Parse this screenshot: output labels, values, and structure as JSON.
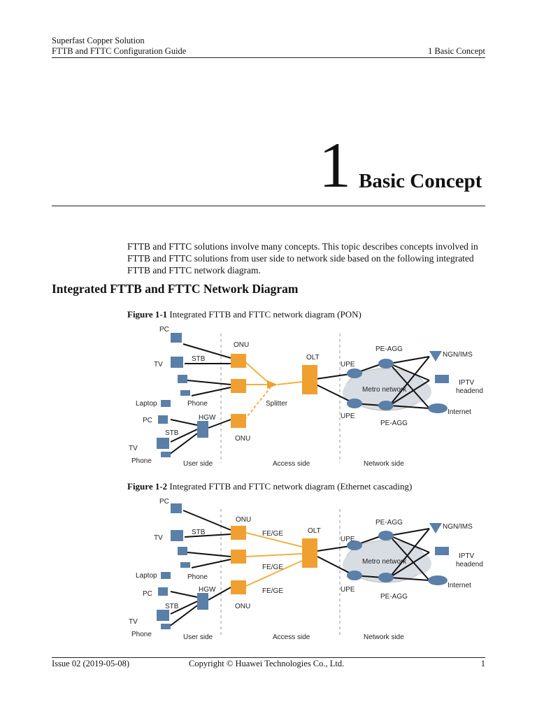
{
  "header": {
    "product": "Superfast Copper Solution",
    "guide": "FTTB and FTTC Configuration Guide",
    "section": "1 Basic Concept"
  },
  "chapter": {
    "number": "1",
    "title": "Basic Concept"
  },
  "intro": "FTTB and FTTC solutions involve many concepts. This topic describes concepts involved in FTTB and FTTC solutions from user side to network side based on the following integrated FTTB and FTTC network diagram.",
  "section_heading": "Integrated FTTB and FTTC Network Diagram",
  "figures": [
    {
      "label": "Figure 1-1",
      "caption": "Integrated FTTB and FTTC network diagram (PON)"
    },
    {
      "label": "Figure 1-2",
      "caption": "Integrated FTTB and FTTC network diagram (Ethernet cascading)"
    }
  ],
  "diagram1": {
    "pc": "PC",
    "tv": "TV",
    "stb": "STB",
    "onu_top": "ONU",
    "olt": "OLT",
    "pe_agg_top": "PE-AGG",
    "ngn": "NGN/IMS",
    "upe_top": "UPE",
    "metro": "Metro network",
    "iptv1": "IPTV",
    "iptv2": "headend",
    "phone": "Phone",
    "splitter": "Splitter",
    "laptop": "Laptop",
    "pc2": "PC",
    "hgw": "HGW",
    "upe_bottom": "UPE",
    "internet": "Internet",
    "pe_agg_bottom": "PE-AGG",
    "stb2": "STB",
    "onu_bottom": "ONU",
    "tv2": "TV",
    "phone2": "Phone",
    "user_side": "User side",
    "access_side": "Access side",
    "network_side": "Network side"
  },
  "diagram2": {
    "pc": "PC",
    "onu_top": "ONU",
    "tv": "TV",
    "stb": "STB",
    "fege1": "FE/GE",
    "olt": "OLT",
    "pe_agg_top": "PE-AGG",
    "ngn": "NGN/IMS",
    "upe_top": "UPE",
    "metro": "Metro network",
    "iptv1": "IPTV",
    "iptv2": "headend",
    "phone": "Phone",
    "fege2": "FE/GE",
    "laptop": "Laptop",
    "pc2": "PC",
    "hgw": "HGW",
    "fege3": "FE/GE",
    "internet": "Internet",
    "upe_bottom": "UPE",
    "pe_agg_bottom": "PE-AGG",
    "stb2": "STB",
    "onu_bottom": "ONU",
    "tv2": "TV",
    "phone2": "Phone",
    "user_side": "User side",
    "access_side": "Access side",
    "network_side": "Network side"
  },
  "footer": {
    "issue": "Issue 02 (2019-05-08)",
    "copyright": "Copyright © Huawei Technologies Co., Ltd.",
    "page": "1"
  },
  "colors": {
    "device_orange": "#f0a030",
    "fiber_orange": "#f2b040",
    "device_blue": "#5a7fa8",
    "line_black": "#111111"
  }
}
